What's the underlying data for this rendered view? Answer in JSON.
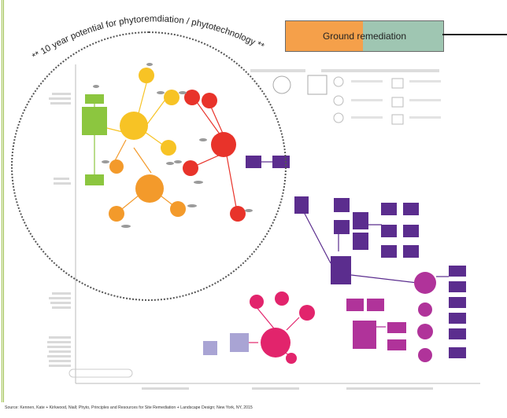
{
  "banner": {
    "label": "Ground remediation",
    "left_color": "#f5a04a",
    "right_color": "#9fc6b2"
  },
  "arc_label": "** 10 year potential for phytoremdiation / phytotechnology **",
  "source": "Source: Kennen, Kate + Kirkwood, Niall; Phyto, Principles and Resources for Site Remediation + Landscape Design; New York, NY, 2015",
  "colors": {
    "green": "#8cc63f",
    "yellow": "#f7c325",
    "orange": "#f39a2b",
    "red": "#e8332a",
    "purple": "#5b2d8e",
    "magenta": "#b0339a",
    "pink": "#e2246c",
    "lavender": "#a9a4d4",
    "circle_border": "#555555",
    "frame": "#9cbf4a"
  },
  "icons": [
    "leaf-sprout-icon",
    "circle-sprout-icon",
    "square-sprout-icon"
  ]
}
